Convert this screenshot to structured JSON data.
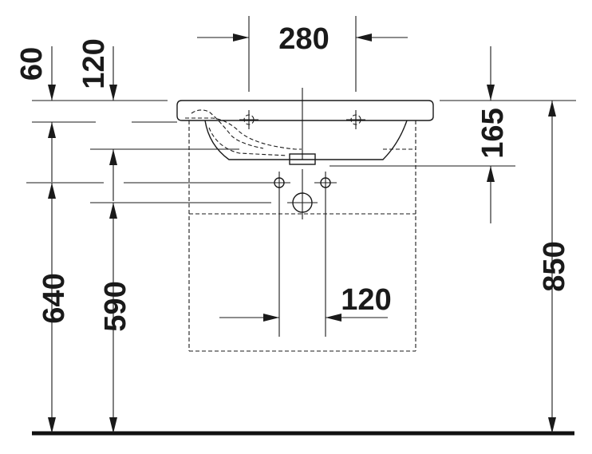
{
  "dimensions": {
    "top_width": "280",
    "left_60": "60",
    "left_120": "120",
    "right_165": "165",
    "left_640": "640",
    "left_590": "590",
    "bottom_120": "120",
    "right_850": "850"
  },
  "colors": {
    "line": "#1a1a1a",
    "background": "#ffffff"
  }
}
